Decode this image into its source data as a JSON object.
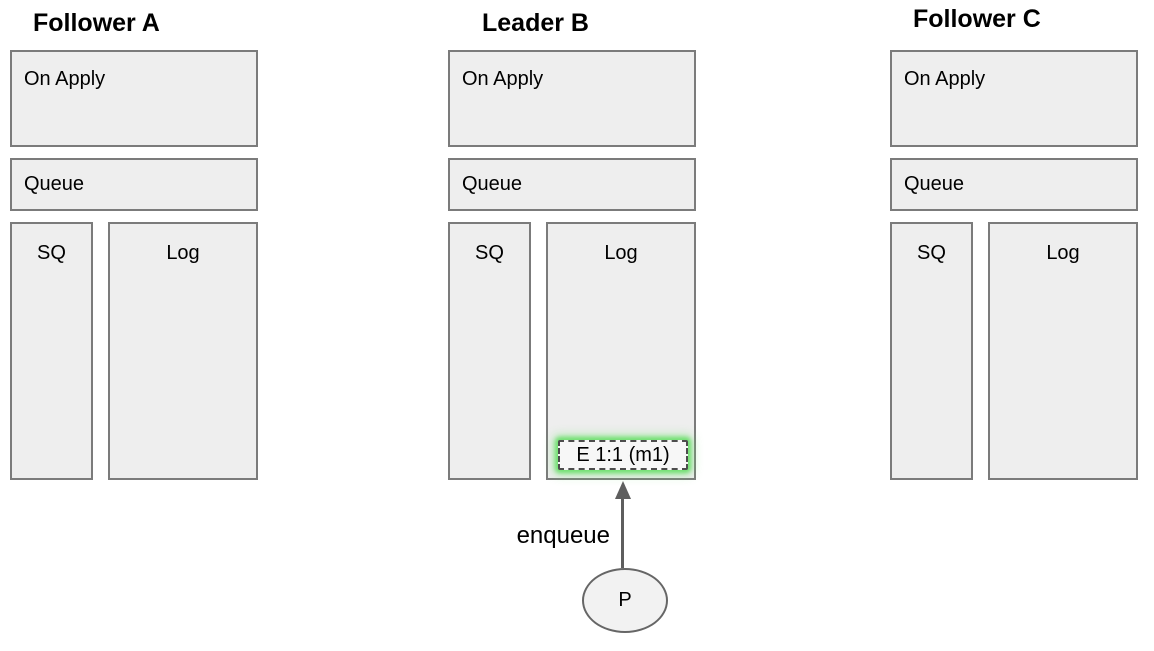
{
  "diagram": {
    "nodes": [
      {
        "title": "Follower A",
        "on_apply": "On Apply",
        "queue": "Queue",
        "sq": "SQ",
        "log": "Log"
      },
      {
        "title": "Leader B",
        "on_apply": "On Apply",
        "queue": "Queue",
        "sq": "SQ",
        "log": "Log",
        "log_entry": "E 1:1 (m1)"
      },
      {
        "title": "Follower C",
        "on_apply": "On Apply",
        "queue": "Queue",
        "sq": "SQ",
        "log": "Log"
      }
    ],
    "edge": {
      "label": "enqueue"
    },
    "proposer": {
      "label": "P"
    },
    "colors": {
      "text": "#000000",
      "box_fill": "#eeeeee",
      "box_border": "#7b7b7b",
      "entry_fill": "#f7f7f7",
      "entry_border": "#4d4d4d",
      "entry_glow": "#70e070",
      "arrow": "#5e5e5e",
      "ellipse_fill": "#f2f2f2",
      "ellipse_border": "#666666"
    }
  }
}
